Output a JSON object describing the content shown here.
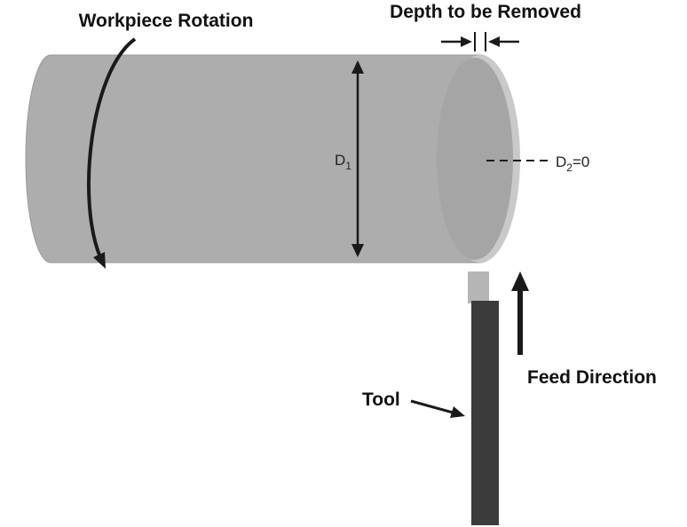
{
  "diagram": {
    "title": "Lathe facing operation diagram",
    "labels": {
      "workpiece_rotation": "Workpiece Rotation",
      "depth_to_be_removed": "Depth to be Removed",
      "tool": "Tool",
      "feed_direction": "Feed Direction",
      "d1": {
        "main": "D",
        "sub": "1"
      },
      "d2": {
        "main": "D",
        "sub": "2",
        "rest": "=0"
      }
    },
    "colors": {
      "background": "#ffffff",
      "cylinder_body": "#adadad",
      "cylinder_rim": "#c9c9c9",
      "cylinder_face": "#a5a5a5",
      "tool_dark": "#3b3b3b",
      "tool_insert": "#b5b5b5",
      "line": "#1a1a1a"
    }
  }
}
